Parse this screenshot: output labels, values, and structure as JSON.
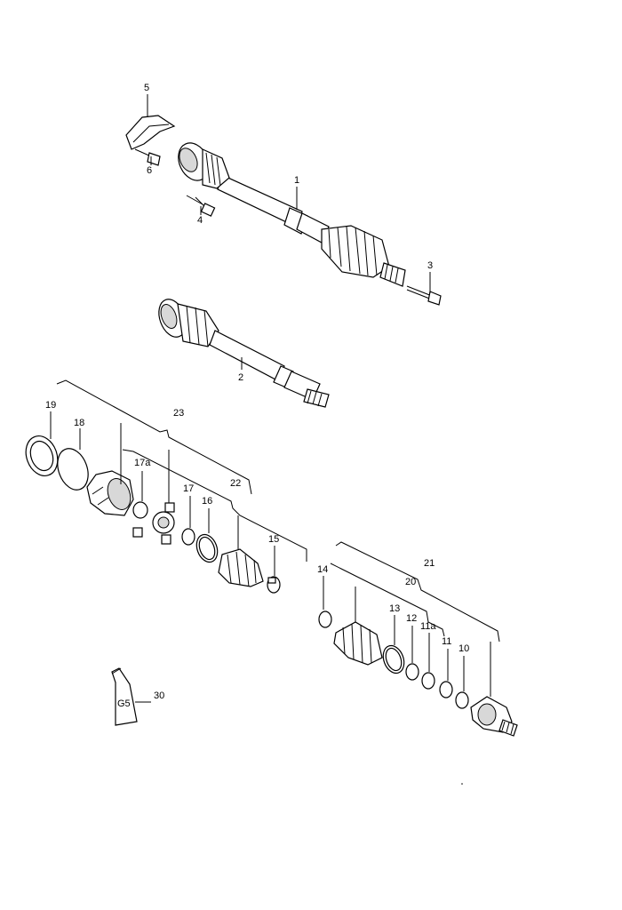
{
  "labels": {
    "l1": "1",
    "l2": "2",
    "l3": "3",
    "l4": "4",
    "l5": "5",
    "l6": "6",
    "l10": "10",
    "l11": "11",
    "l11a": "11a",
    "l12": "12",
    "l13": "13",
    "l14": "14",
    "l15": "15",
    "l16": "16",
    "l17": "17",
    "l17a": "17a",
    "l18": "18",
    "l19": "19",
    "l20": "20",
    "l21": "21",
    "l22": "22",
    "l23": "23",
    "l30": "30"
  },
  "grease_tube_text": "G5"
}
